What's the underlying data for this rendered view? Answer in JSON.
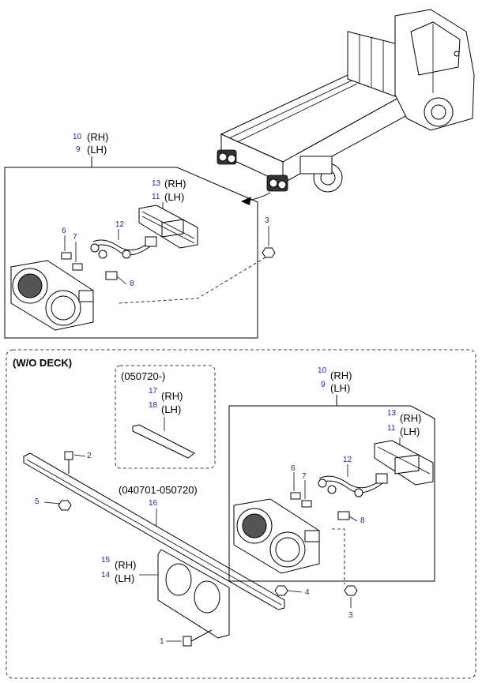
{
  "top": {
    "callouts": [
      {
        "num": "10",
        "label": "(RH)"
      },
      {
        "num": "9",
        "label": "(LH)"
      },
      {
        "num": "13",
        "label": "(RH)"
      },
      {
        "num": "11",
        "label": "(LH)"
      },
      {
        "num": "3"
      },
      {
        "num": "6"
      },
      {
        "num": "7"
      },
      {
        "num": "12"
      },
      {
        "num": "8"
      }
    ]
  },
  "bottom": {
    "section_title": "(W/O DECK)",
    "box_title": "(050720-)",
    "date_range": "(040701-050720)",
    "callouts": [
      {
        "num": "17",
        "label": "(RH)"
      },
      {
        "num": "18",
        "label": "(LH)"
      },
      {
        "num": "10",
        "label": "(RH)"
      },
      {
        "num": "9",
        "label": "(LH)"
      },
      {
        "num": "13",
        "label": "(RH)"
      },
      {
        "num": "11",
        "label": "(LH)"
      },
      {
        "num": "15",
        "label": "(RH)"
      },
      {
        "num": "14",
        "label": "(LH)"
      },
      {
        "num": "2"
      },
      {
        "num": "5"
      },
      {
        "num": "16"
      },
      {
        "num": "6"
      },
      {
        "num": "7"
      },
      {
        "num": "12"
      },
      {
        "num": "8"
      },
      {
        "num": "4"
      },
      {
        "num": "3"
      },
      {
        "num": "1"
      }
    ]
  }
}
